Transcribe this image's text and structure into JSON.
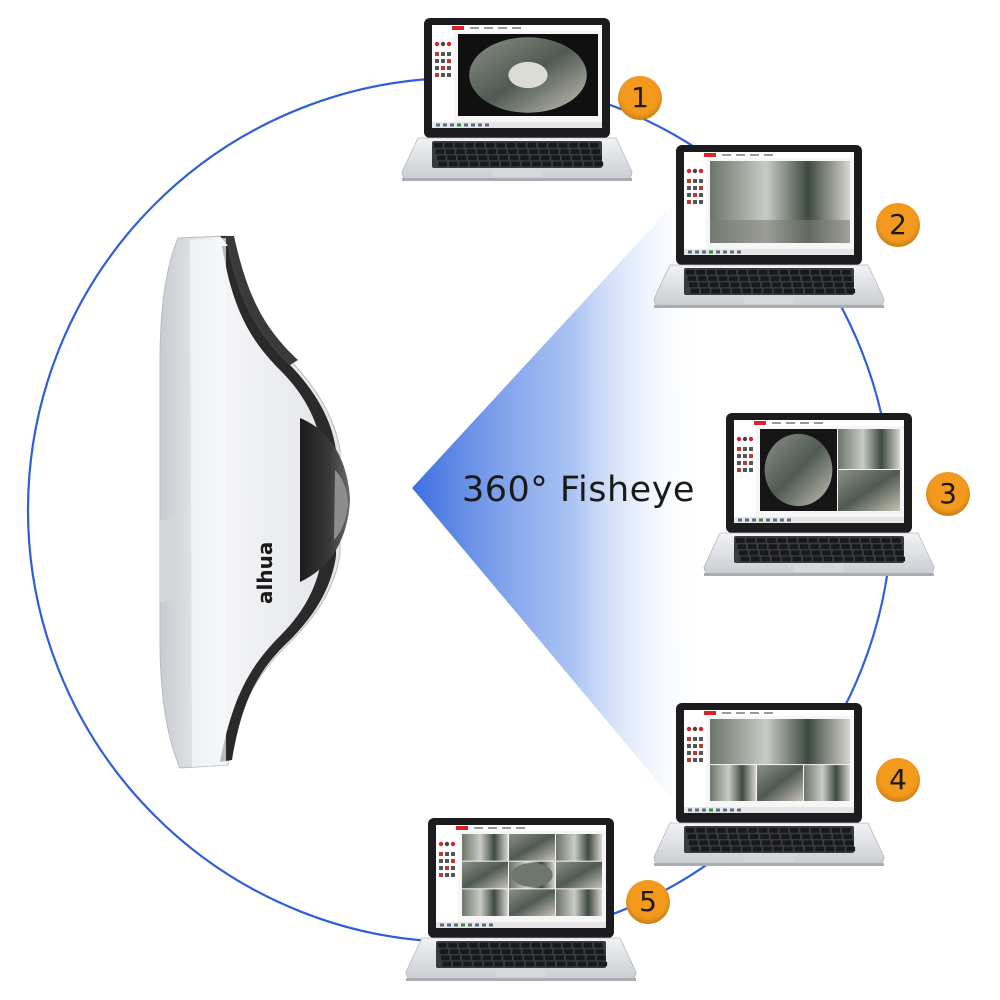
{
  "caption": "360° Fisheye",
  "camera": {
    "brand_text": "alhua"
  },
  "colors": {
    "ring": "#2f5ed6",
    "badge": "#f39a1e",
    "beam": "#3f6fe0",
    "ui_accent": "#d8232a"
  },
  "laptops": [
    {
      "number": "1",
      "view": "fisheye"
    },
    {
      "number": "2",
      "view": "panorama"
    },
    {
      "number": "3",
      "view": "fisheye+views"
    },
    {
      "number": "4",
      "view": "panorama+views"
    },
    {
      "number": "5",
      "view": "multi-grid"
    }
  ]
}
